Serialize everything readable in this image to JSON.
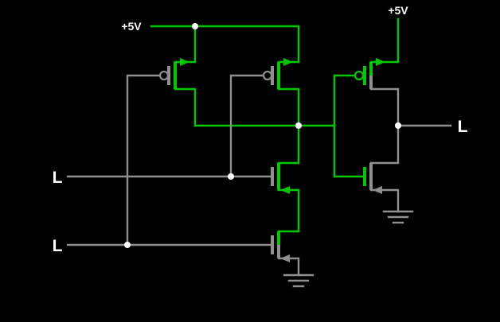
{
  "app": {
    "name": "circuit-simulator-canvas",
    "background": "#000000"
  },
  "colors": {
    "high": "#00C800",
    "low": "#8F8F8F",
    "text": "#FFFFFF",
    "junction": "#FFFFFF"
  },
  "labels": {
    "vdd_left": "+5V",
    "vdd_right": "+5V",
    "input_a": "L",
    "input_b": "L",
    "output": "L"
  },
  "circuit": {
    "description": "CMOS NAND gate (two parallel PMOS, two series NMOS) feeding a CMOS inverter; both logic inputs are L, NAND node is high (green), final output is L",
    "components": [
      {
        "id": "pmos-nand-a",
        "kind": "p-mosfet",
        "state": "on"
      },
      {
        "id": "pmos-nand-b",
        "kind": "p-mosfet",
        "state": "on"
      },
      {
        "id": "nmos-nand-a",
        "kind": "n-mosfet",
        "state": "off"
      },
      {
        "id": "nmos-nand-b",
        "kind": "n-mosfet",
        "state": "off"
      },
      {
        "id": "pmos-inverter",
        "kind": "p-mosfet",
        "state": "off"
      },
      {
        "id": "nmos-inverter",
        "kind": "n-mosfet",
        "state": "on"
      },
      {
        "id": "ground-nand",
        "kind": "ground"
      },
      {
        "id": "ground-inverter",
        "kind": "ground"
      }
    ],
    "signals": {
      "input_a": "L",
      "input_b": "L",
      "nand_node": "high",
      "output": "L"
    }
  }
}
